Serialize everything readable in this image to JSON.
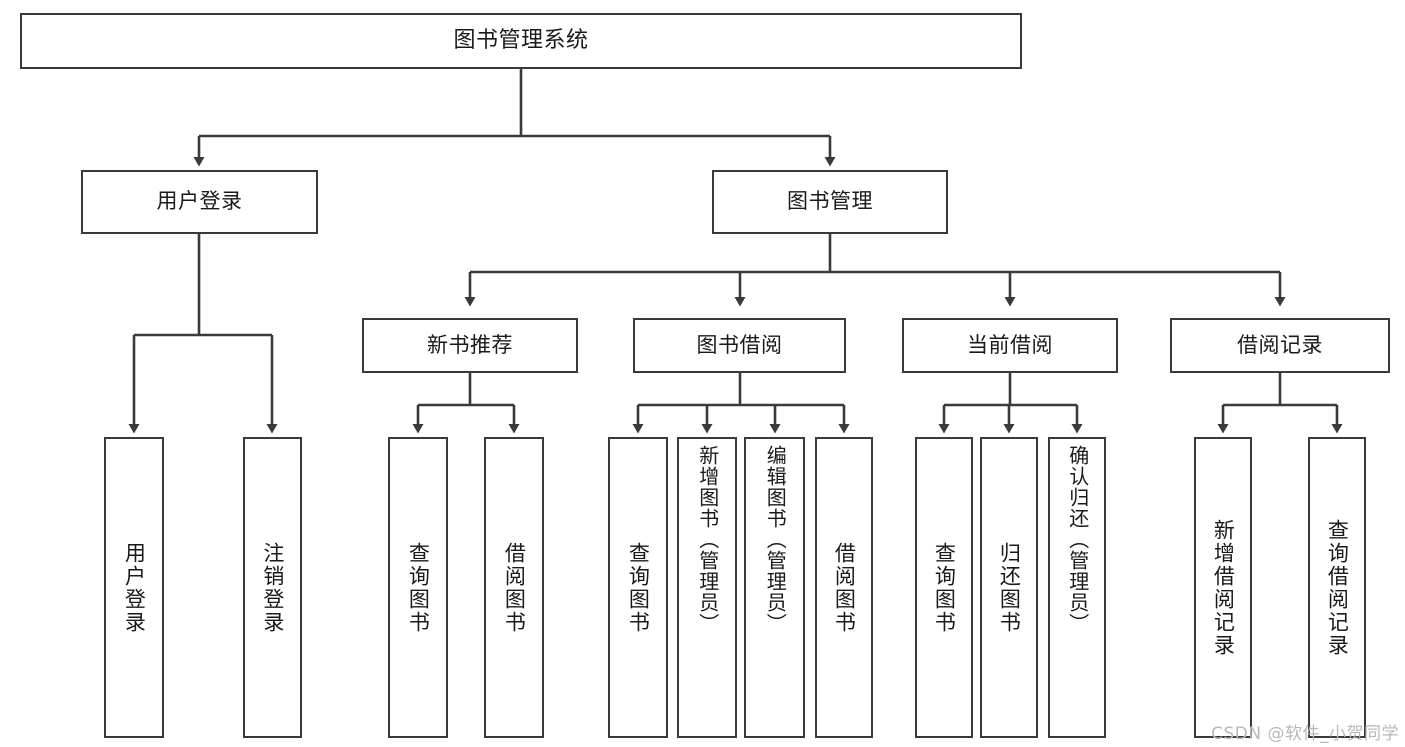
{
  "diagram": {
    "title": "图书管理系统",
    "type": "tree",
    "orientation": "top-down",
    "colors": {
      "background": "#ffffff",
      "box_border": "#3a3a3a",
      "box_fill": "#ffffff",
      "edge": "#3a3a3a",
      "text": "#1a1a1a",
      "watermark": "#b9b9b9"
    },
    "nodes": {
      "root": {
        "label": "图书管理系统",
        "level": 1
      },
      "l2": [
        {
          "id": "user-login",
          "label": "用户登录",
          "level": 2
        },
        {
          "id": "book-management",
          "label": "图书管理",
          "level": 2
        }
      ],
      "l3": [
        {
          "id": "new-book-recommend",
          "label": "新书推荐",
          "level": 3,
          "parent": "book-management"
        },
        {
          "id": "book-borrow",
          "label": "图书借阅",
          "level": 3,
          "parent": "book-management"
        },
        {
          "id": "current-borrow",
          "label": "当前借阅",
          "level": 3,
          "parent": "book-management"
        },
        {
          "id": "borrow-record",
          "label": "借阅记录",
          "level": 3,
          "parent": "book-management"
        }
      ],
      "leaves": [
        {
          "id": "leaf-user-login",
          "label": "用户登录",
          "parent": "user-login"
        },
        {
          "id": "leaf-logout",
          "label": "注销登录",
          "parent": "user-login"
        },
        {
          "id": "leaf-query-book-1",
          "label": "查询图书",
          "parent": "new-book-recommend"
        },
        {
          "id": "leaf-borrow-book-1",
          "label": "借阅图书",
          "parent": "new-book-recommend"
        },
        {
          "id": "leaf-query-book-2",
          "label": "查询图书",
          "parent": "book-borrow"
        },
        {
          "id": "leaf-add-book",
          "label": "新增图书（管理员）",
          "parent": "book-borrow"
        },
        {
          "id": "leaf-edit-book",
          "label": "编辑图书（管理员）",
          "parent": "book-borrow"
        },
        {
          "id": "leaf-borrow-book-2",
          "label": "借阅图书",
          "parent": "book-borrow"
        },
        {
          "id": "leaf-query-book-3",
          "label": "查询图书",
          "parent": "current-borrow"
        },
        {
          "id": "leaf-return-book",
          "label": "归还图书",
          "parent": "current-borrow"
        },
        {
          "id": "leaf-confirm-return",
          "label": "确认归还（管理员）",
          "parent": "current-borrow"
        },
        {
          "id": "leaf-add-record",
          "label": "新增借阅记录",
          "parent": "borrow-record"
        },
        {
          "id": "leaf-query-record",
          "label": "查询借阅记录",
          "parent": "borrow-record"
        }
      ]
    },
    "watermark": "CSDN @软件_小贺同学"
  }
}
